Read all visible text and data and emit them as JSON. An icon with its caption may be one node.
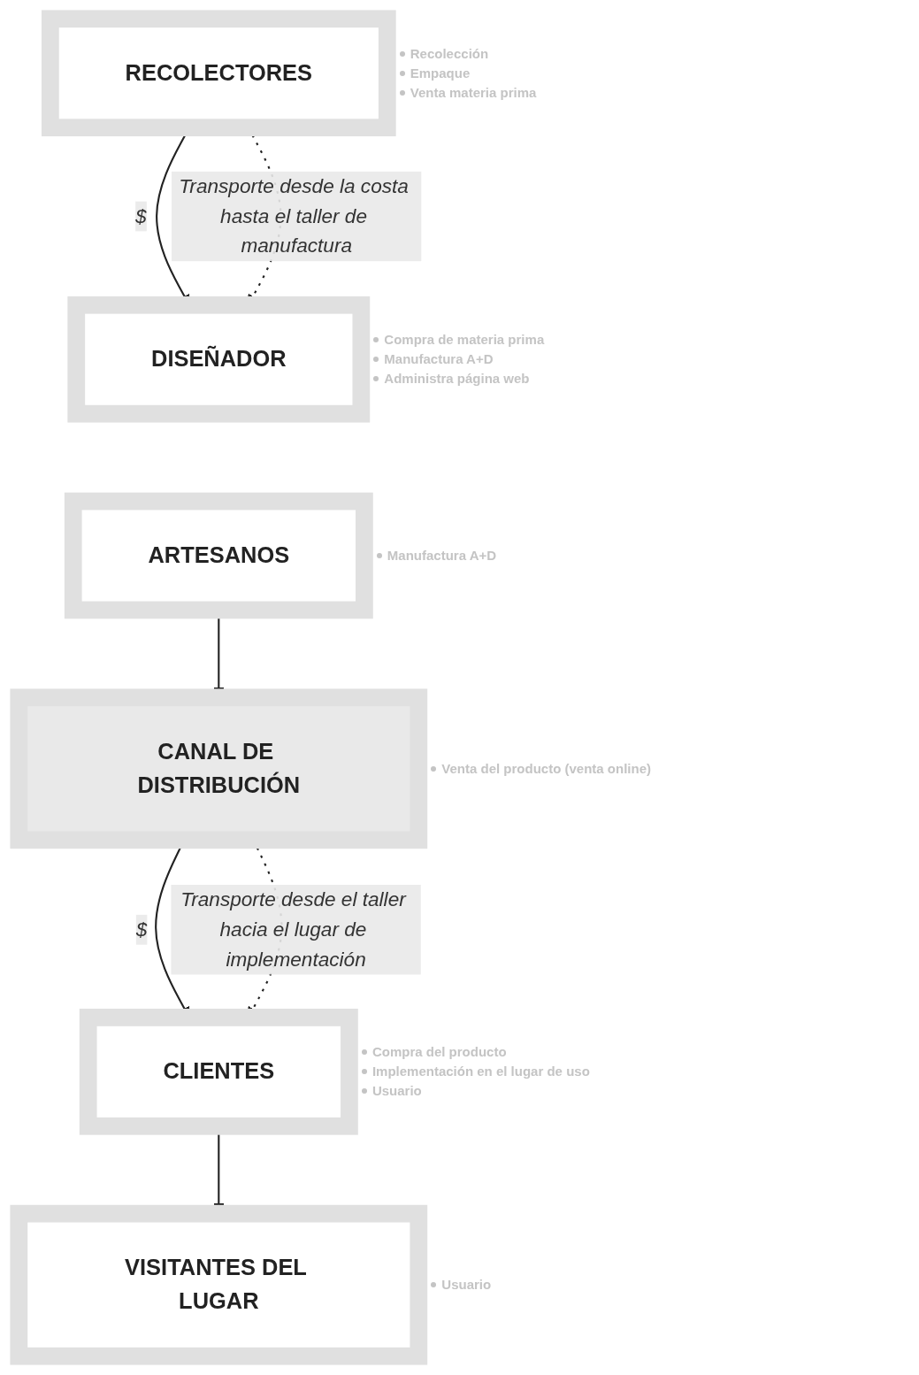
{
  "diagram": {
    "nodes": [
      {
        "text": [
          "RECOLECTORES"
        ],
        "beside": [
          "Recolección",
          "Empaque",
          "Venta materia prima"
        ]
      },
      {
        "text": [
          "DISEÑADOR"
        ],
        "beside": [
          "Compra de materia prima",
          "Manufactura A+D",
          "Administra página web"
        ]
      },
      {
        "text": [
          "ARTESANOS"
        ],
        "beside": [
          "Manufactura A+D"
        ]
      },
      {
        "text": [
          "CANAL DE DISTRIBUCIÓN"
        ],
        "beside": [
          "Venta del producto (venta online)"
        ]
      },
      {
        "text": [
          "CLIENTES"
        ],
        "beside": [
          "Compra del producto",
          "Implementación en el lugar de uso",
          "Usuario"
        ]
      },
      {
        "text": [
          "VISITANTES DEL LUGAR"
        ],
        "beside": [
          "Usuario"
        ]
      }
    ],
    "edges": [
      {
        "from": 0,
        "to": 1,
        "arrow": "to",
        "label": "$"
      },
      {
        "from": 0,
        "to": 1,
        "arrow": "to",
        "label": "Transporte desde la costa hasta el taller de manufactura",
        "style": "dashed"
      },
      {
        "from": 2,
        "to": 3,
        "arrow": "to"
      },
      {
        "from": 3,
        "to": 4,
        "arrow": "to",
        "label": "$"
      },
      {
        "from": 3,
        "to": 4,
        "arrow": "to",
        "label": "Transporte desde el taller hacia el lugar de implementación",
        "style": "dashed"
      },
      {
        "from": 4,
        "to": 5,
        "arrow": "to"
      }
    ]
  }
}
